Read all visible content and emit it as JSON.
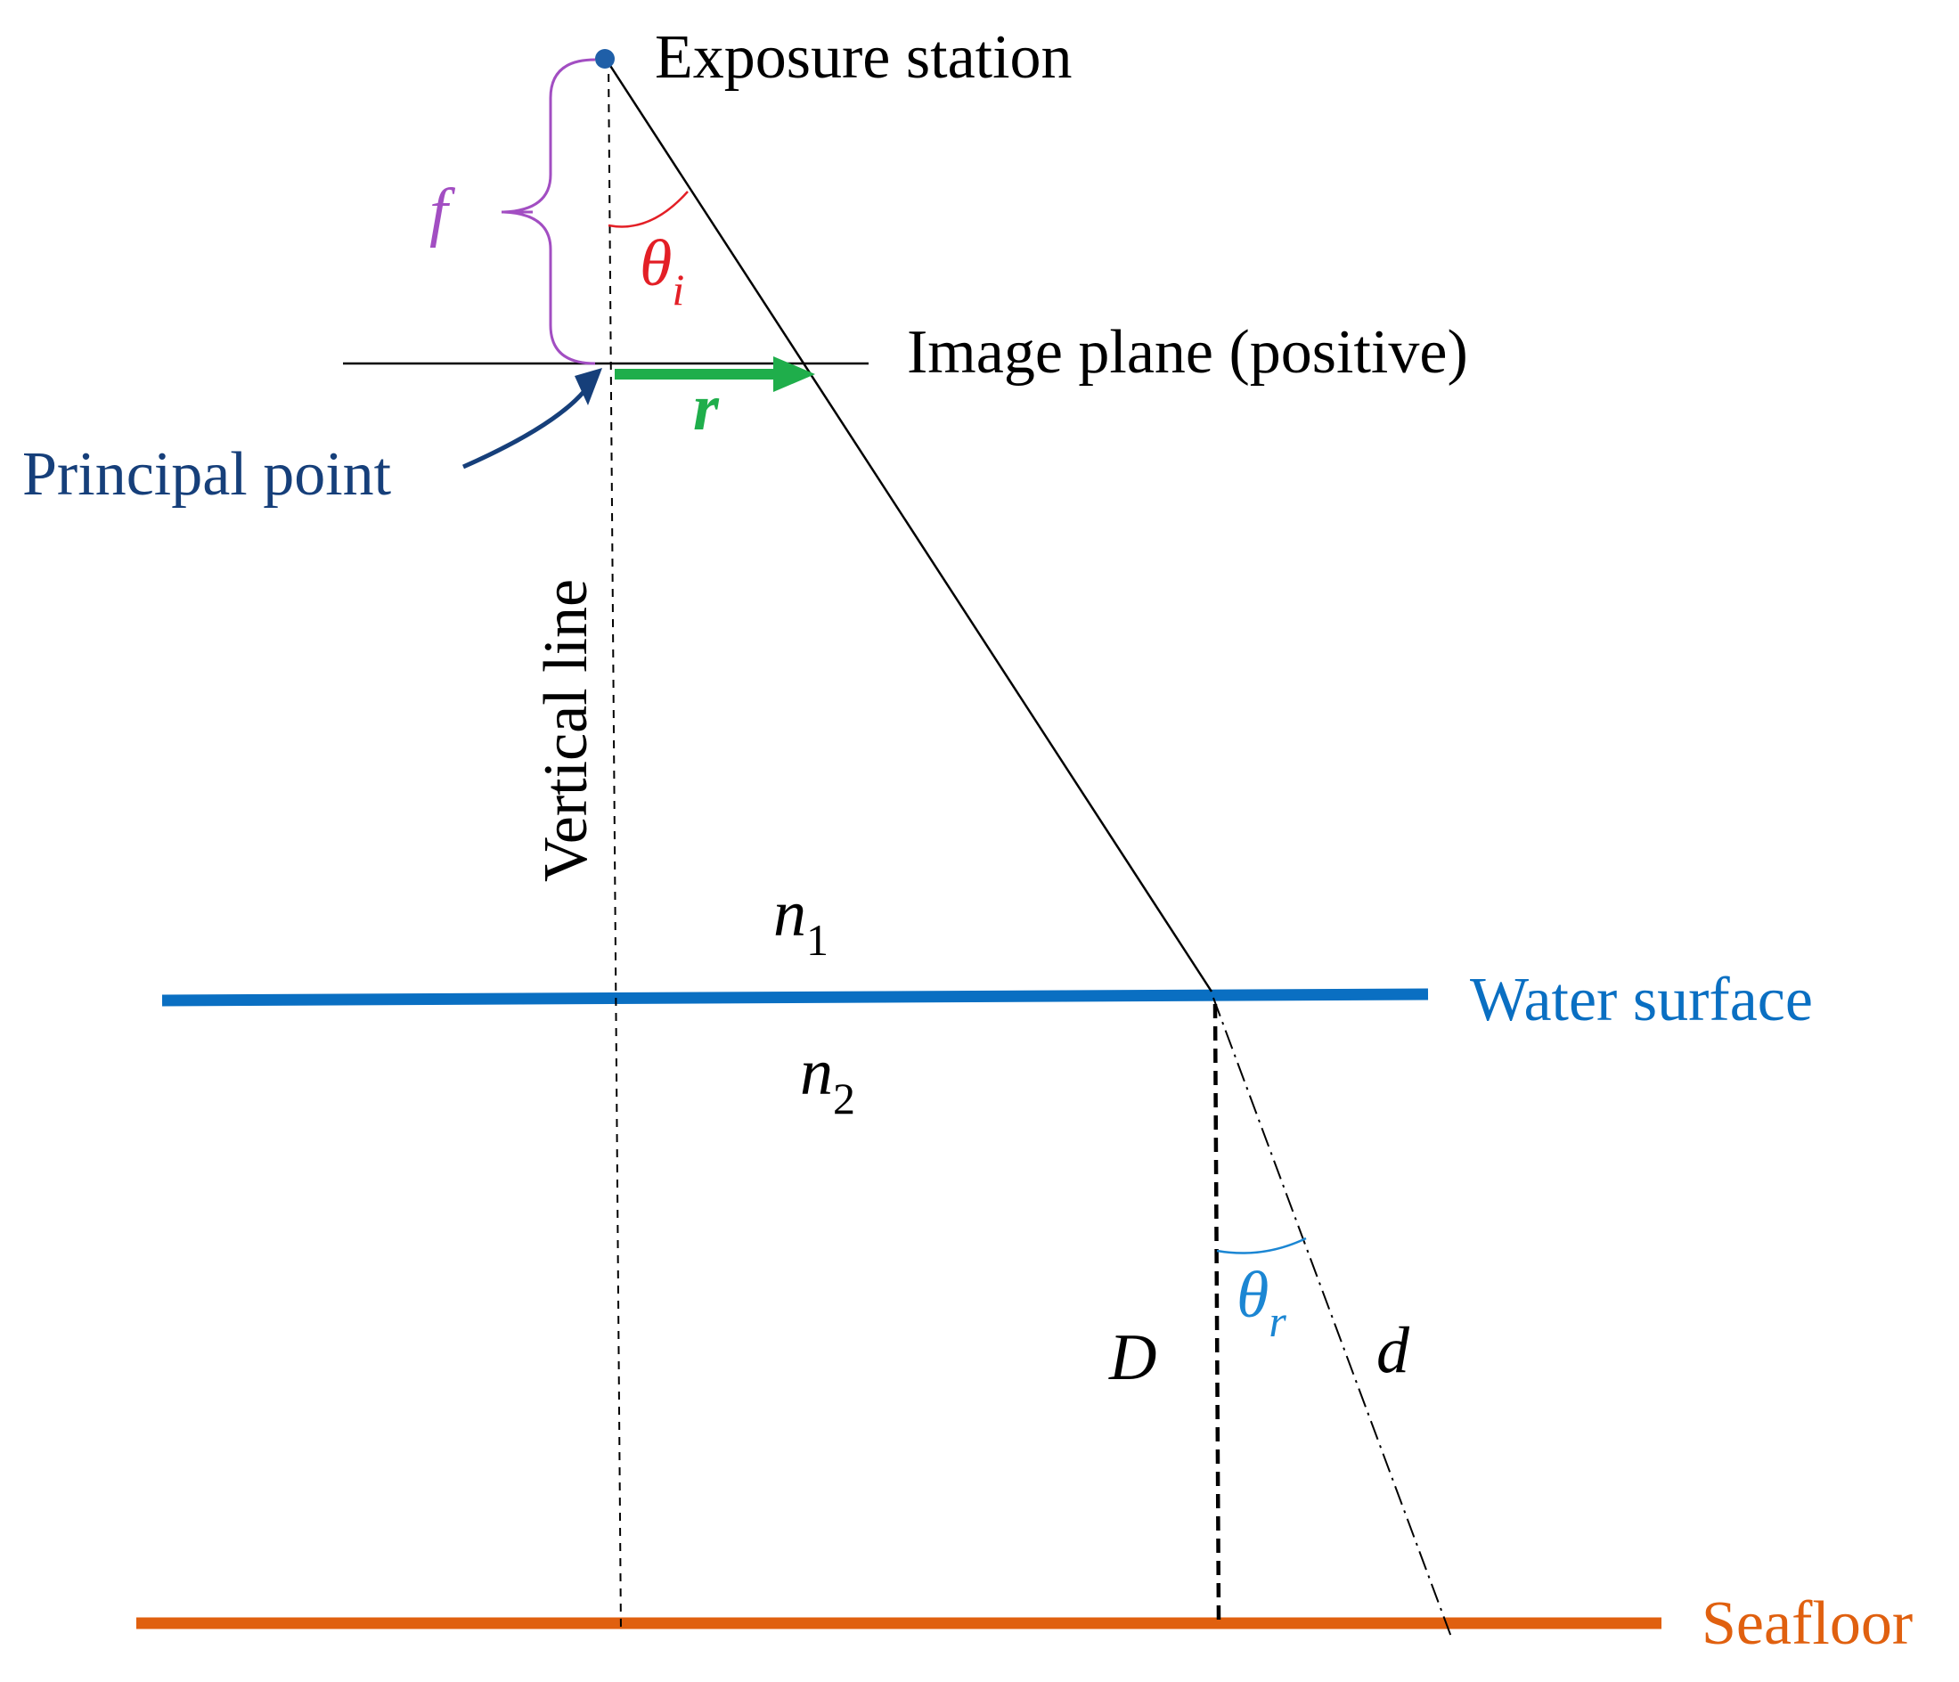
{
  "labels": {
    "exposure_station": "Exposure station",
    "image_plane": "Image plane (positive)",
    "principal_point": "Principal point",
    "vertical_line": "Vertical line",
    "water_surface": "Water surface",
    "seafloor": "Seafloor"
  },
  "symbols": {
    "focal_length": "f",
    "theta": "θ",
    "theta_i_sub": "i",
    "radial_distance": "r",
    "n": "n",
    "n1_sub": "1",
    "n2_sub": "2",
    "theta_r_sub": "r",
    "depth_true": "D",
    "depth_apparent": "d"
  },
  "colors": {
    "water_surface": "#0a6fc2",
    "seafloor": "#e0600f",
    "principal_point": "#163f7a",
    "focal_brace": "#a24ec2",
    "theta_i": "#e31f26",
    "radial_arrow": "#1fae4b",
    "theta_r": "#1b86d3",
    "exposure_dot": "#1f5fa8"
  }
}
